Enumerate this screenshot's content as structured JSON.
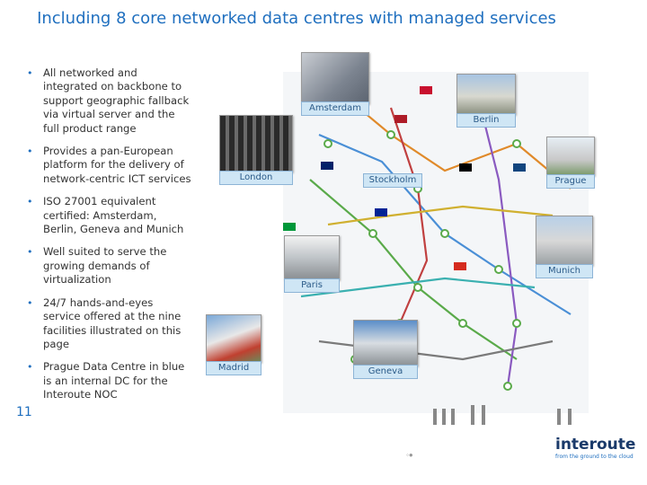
{
  "title": "Including 8 core networked data centres with managed services",
  "bullets": [
    "All networked and integrated on backbone to support geographic fallback via virtual server and the full product range",
    "Provides a pan-European platform for the delivery of network-centric ICT services",
    "ISO 27001 equivalent certified: Amsterdam, Berlin, Geneva and Munich",
    "Well suited to serve the growing demands of virtualization",
    "24/7 hands-and-eyes service offered at the nine facilities illustrated on this page",
    "Prague Data Centre in blue is an internal DC for the Interoute NOC"
  ],
  "slide_number": "11",
  "data_centres": {
    "amsterdam": "Amsterdam",
    "berlin": "Berlin",
    "london": "London",
    "stockholm": "Stockholm",
    "prague": "Prague",
    "paris": "Paris",
    "munich": "Munich",
    "madrid": "Madrid",
    "geneva": "Geneva"
  },
  "map_labels": [
    "Amsterdam",
    "London",
    "Berlin",
    "Stockholm",
    "Paris",
    "Munich",
    "Madrid",
    "Geneva",
    "Prague"
  ],
  "logo": {
    "name": "interoute",
    "tagline": "from the ground to the cloud"
  },
  "colors": {
    "title": "#1f6fbf",
    "caption_bg": "#cfe6f5",
    "caption_text": "#2a5a88"
  }
}
